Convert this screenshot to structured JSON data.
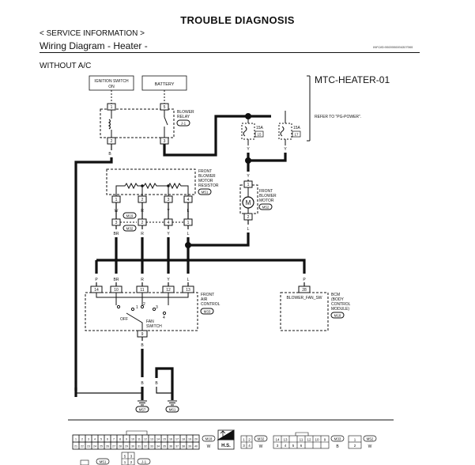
{
  "header": {
    "title": "TROUBLE DIAGNOSIS",
    "section": "< SERVICE INFORMATION >",
    "diagram_title": "Wiring Diagram - Heater -",
    "doc_code": "INFOID:0000000004307065"
  },
  "diagram": {
    "variant": "WITHOUT A/C",
    "code": "MTC-HEATER-01",
    "note": "REFER TO \"PG-POWER\".",
    "ignition_switch": [
      "IGNITION SWITCH",
      "ON"
    ],
    "battery": "BATTERY",
    "blower_relay": {
      "label": [
        "BLOWER",
        "RELAY"
      ],
      "connector": "J-1",
      "pins": [
        "1",
        "5",
        "2",
        "3"
      ]
    },
    "fuses": [
      {
        "amp": "15A",
        "num": "15"
      },
      {
        "amp": "15A",
        "num": "17"
      }
    ],
    "resistor": {
      "label": [
        "FRONT",
        "BLOWER",
        "MOTOR",
        "RESISTOR"
      ],
      "connector": "M51",
      "pins": [
        "1",
        "2",
        "3",
        "4"
      ]
    },
    "motor": {
      "symbol": "M",
      "label": [
        "FRONT",
        "BLOWER",
        "MOTOR"
      ],
      "connector": "M52",
      "pins": [
        "1",
        "2"
      ]
    },
    "harness": {
      "connectors": [
        "M19",
        "M32"
      ],
      "pins": [
        "3",
        "2",
        "4",
        "1"
      ]
    },
    "air_control": {
      "label": [
        "FRONT",
        "AIR",
        "CONTROL"
      ],
      "connector": "M33",
      "pins": [
        "14",
        "10",
        "11",
        "12",
        "13",
        "9"
      ],
      "switch_positions": [
        "OFF",
        "1",
        "2",
        "3",
        "4"
      ],
      "switch_label": [
        "FAN",
        "SWITCH"
      ]
    },
    "bcm": {
      "signal": "BLOWER_FAN_SW",
      "pin": "28",
      "label": [
        "BCM",
        "(BODY",
        "CONTROL",
        "MODULE)"
      ],
      "connector": "M18"
    },
    "grounds": [
      "M57",
      "M61"
    ],
    "wire_colors": {
      "relay_out": "B",
      "fuse_out": "Y",
      "fuse_out_2": "Y",
      "motor_in": "Y",
      "motor_out": "L",
      "w": "W",
      "r": "R",
      "y": "Y",
      "l": "L",
      "br": "BR",
      "p": "P",
      "b": "B"
    },
    "footer_connectors": {
      "main_pins": [
        "1",
        "2",
        "3",
        "4",
        "5",
        "6",
        "7",
        "8",
        "9",
        "10",
        "11",
        "12",
        "13",
        "14",
        "15",
        "16",
        "17",
        "18",
        "19",
        "20",
        "21",
        "22",
        "23",
        "24",
        "25",
        "26",
        "27",
        "28",
        "29",
        "30",
        "31",
        "32",
        "33",
        "34",
        "35",
        "36",
        "37",
        "38",
        "39",
        "40"
      ],
      "m18": "M18",
      "m18_color": "W",
      "hs": "H.S.",
      "m32": "M32",
      "m32_pins": [
        "1",
        "2",
        "3",
        "4"
      ],
      "m32_color": "W",
      "m33": "M33",
      "m33_pins": [
        "14",
        "13",
        "11",
        "12",
        "10",
        "9",
        "3",
        "4",
        "5",
        "6"
      ],
      "m33_color": "B",
      "m52": "M52",
      "m52_pins": [
        "1",
        "2"
      ],
      "m52_color": "W",
      "m51": "M51",
      "j1": "J-1",
      "j1_pins": [
        "5",
        "3",
        "1",
        "2"
      ]
    }
  }
}
